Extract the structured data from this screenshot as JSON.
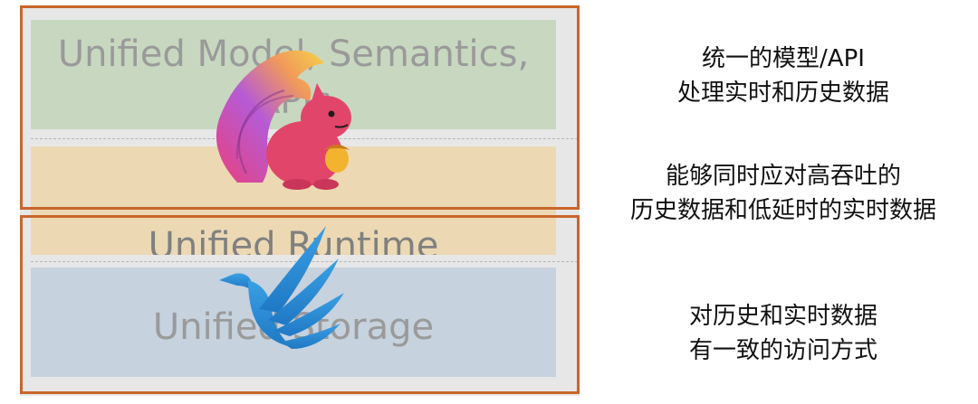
{
  "layers": {
    "model": "Unified Model, Semantics, APIs",
    "runtime": "Unified Runtime",
    "storage": "Unified Storage"
  },
  "descriptions": {
    "model": {
      "line1": "统一的模型/API",
      "line2": "处理实时和历史数据"
    },
    "runtime": {
      "line1": "能够同时应对高吞吐的",
      "line2": "历史数据和低延时的实时数据"
    },
    "storage": {
      "line1": "对历史和实时数据",
      "line2": "有一致的访问方式"
    }
  },
  "colors": {
    "frame": "#c9662a",
    "model_layer": "#c8d8c0",
    "runtime_layer": "#ecd9b4",
    "storage_layer": "#c6d2de",
    "squirrel": "#e2456a",
    "bird": "#2b8fd6"
  },
  "icons": {
    "top_logo": "flink-squirrel-logo",
    "bottom_logo": "blue-bird-logo"
  }
}
